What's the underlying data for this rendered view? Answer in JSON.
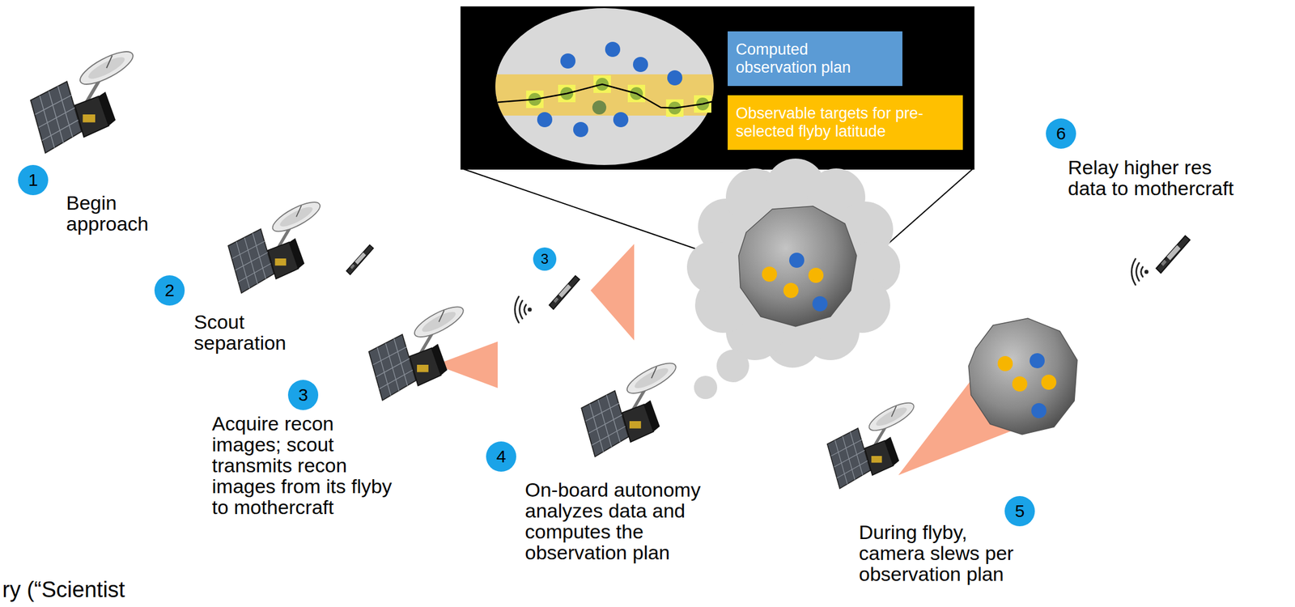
{
  "diagram": {
    "nodes": [
      {
        "text": [
          "1",
          "Begin approach"
        ]
      },
      {
        "text": [
          "2",
          "Scout separation"
        ]
      },
      {
        "text": [
          "3",
          "Acquire recon images; scout transmits recon images from its flyby to mothercraft"
        ]
      },
      {
        "text": [
          "3"
        ]
      },
      {
        "text": [
          "4",
          "On-board autonomy analyzes data and computes the observation plan"
        ]
      },
      {
        "text": [
          "5",
          "During flyby, camera slews per observation plan"
        ]
      },
      {
        "text": [
          "6",
          "Relay higher res data to mothercraft"
        ]
      }
    ],
    "labels": [
      "ry (“Scientist"
    ],
    "legend": [
      {
        "text": "Computed observation plan",
        "color": "#5b9bd5"
      },
      {
        "text": "Observable targets for pre-selected flyby latitude",
        "color": "#ffc000"
      }
    ]
  }
}
